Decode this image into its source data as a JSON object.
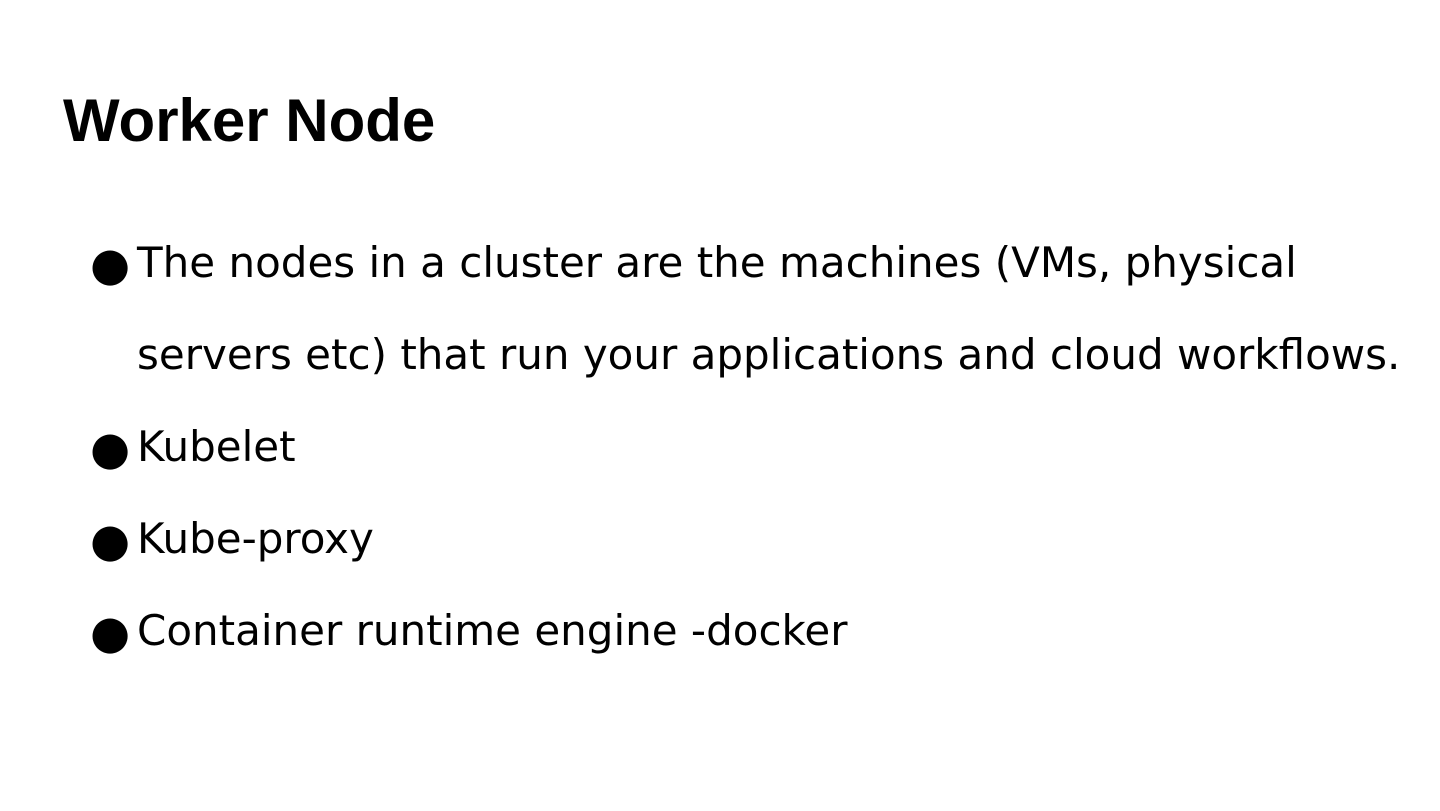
{
  "slide": {
    "title": "Worker Node",
    "bullet_glyph": "●",
    "bullets": [
      "The nodes in a cluster are the machines (VMs, physical servers etc) that run your applications and cloud workflows.",
      "Kubelet",
      "Kube-proxy",
      "Container runtime engine -docker"
    ],
    "colors": {
      "text": "#000000",
      "background": "#ffffff"
    }
  }
}
